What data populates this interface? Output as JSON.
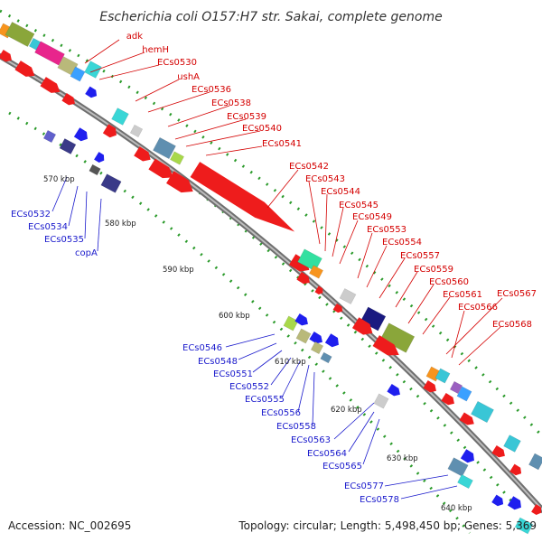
{
  "title": "Escherichia coli O157:H7 str. Sakai, complete genome",
  "footer": {
    "accession": "Accession: NC_002695",
    "topology": "Topology: circular; Length: 5,498,450 bp; Genes: 5,369"
  },
  "colors": {
    "forward_label": "#d40000",
    "reverse_label": "#1a1acc",
    "backbone": "#8a8a8a",
    "forward_arrow": "#ee1c1c",
    "reverse_arrow": "#1f1fee",
    "ticks": "#2a9a2a"
  },
  "kbp_markers": [
    "570 kbp",
    "580 kbp",
    "590 kbp",
    "600 kbp",
    "610 kbp",
    "620 kbp",
    "630 kbp",
    "640 kbp"
  ],
  "forward_labels": [
    "adk",
    "hemH",
    "ECs0530",
    "ushA",
    "ECs0536",
    "ECs0538",
    "ECs0539",
    "ECs0540",
    "ECs0541",
    "ECs0542",
    "ECs0543",
    "ECs0544",
    "ECs0545",
    "ECs0549",
    "ECs0553",
    "ECs0554",
    "ECs0557",
    "ECs0559",
    "ECs0560",
    "ECs0561",
    "ECs0566",
    "ECs0567",
    "ECs0568"
  ],
  "reverse_labels": [
    "ECs0532",
    "ECs0534",
    "ECs0535",
    "copA",
    "ECs0546",
    "ECs0548",
    "ECs0551",
    "ECs0552",
    "ECs0555",
    "ECs0556",
    "ECs0558",
    "ECs0563",
    "ECs0564",
    "ECs0565",
    "ECs0577",
    "ECs0578"
  ]
}
